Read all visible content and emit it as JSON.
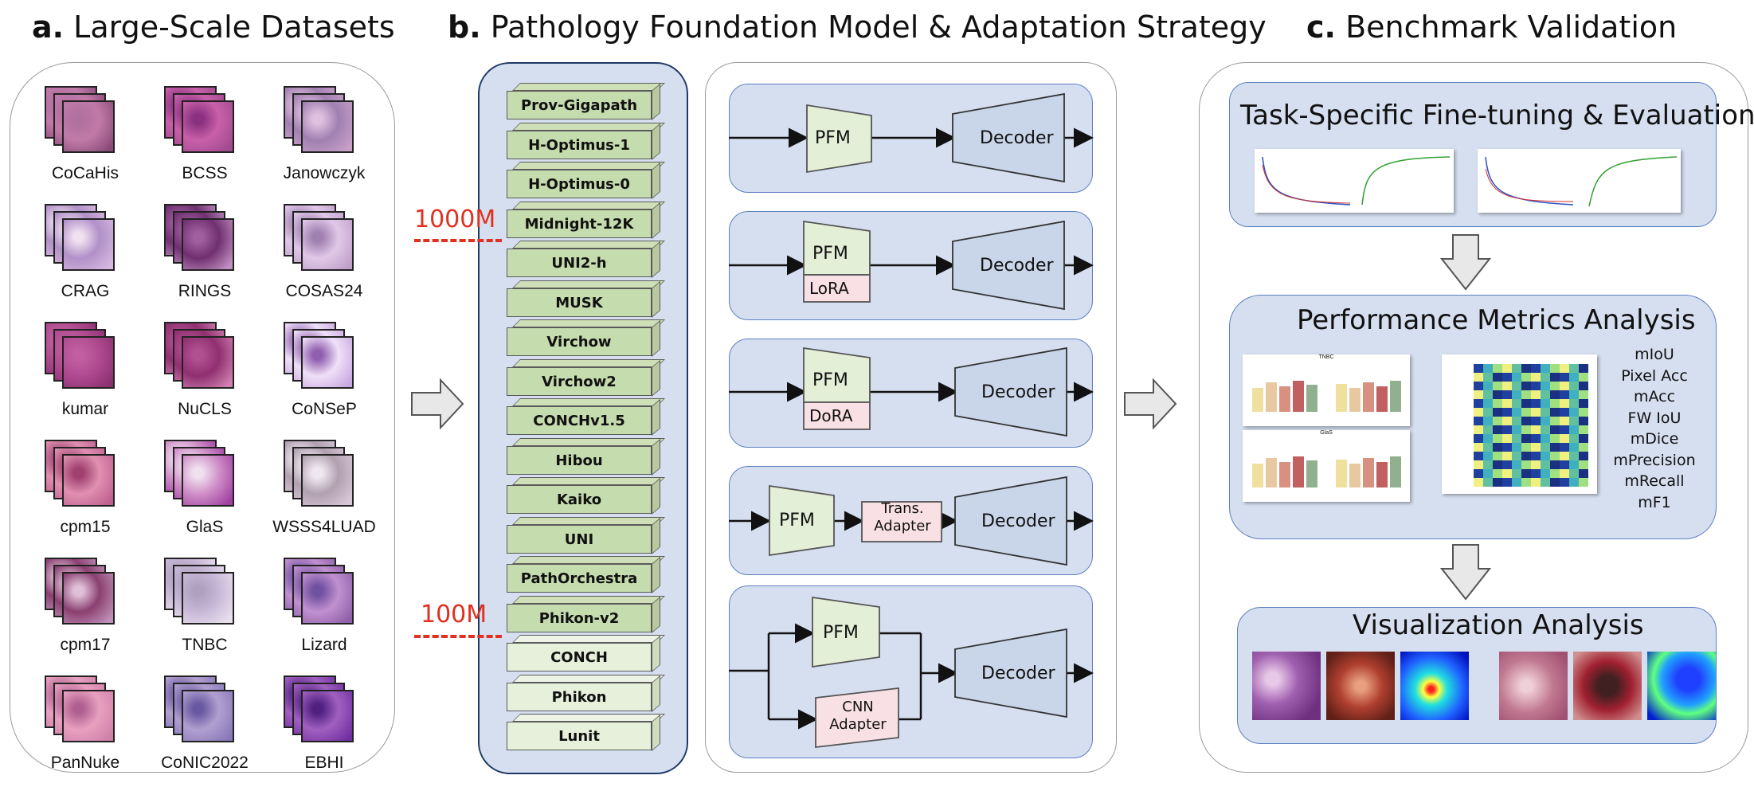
{
  "sections": {
    "a": {
      "letter": "a.",
      "title": "Large-Scale Datasets"
    },
    "b": {
      "letter": "b.",
      "title": "Pathology Foundation Model & Adaptation Strategy"
    },
    "c": {
      "letter": "c.",
      "title": "Benchmark Validation"
    }
  },
  "datasets": [
    "CoCaHis",
    "BCSS",
    "Janowczyk",
    "CRAG",
    "RINGS",
    "COSAS24",
    "kumar",
    "NuCLS",
    "CoNSeP",
    "cpm15",
    "GlaS",
    "WSSS4LUAD",
    "cpm17",
    "TNBC",
    "Lizard",
    "PanNuke",
    "CoNIC2022",
    "EBHI"
  ],
  "models": [
    "Prov-Gigapath",
    "H-Optimus-1",
    "H-Optimus-0",
    "Midnight-12K",
    "UNI2-h",
    "MUSK",
    "Virchow",
    "Virchow2",
    "CONCHv1.5",
    "Hibou",
    "Kaiko",
    "UNI",
    "PathOrchestra",
    "Phikon-v2",
    "CONCH",
    "Phikon",
    "Lunit"
  ],
  "scale_marks": {
    "large": "1000M",
    "small": "100M"
  },
  "strategies": {
    "pfm": "PFM",
    "decoder": "Decoder",
    "lora": "LoRA",
    "dora": "DoRA",
    "trans_adapter": [
      "Trans.",
      "Adapter"
    ],
    "cnn_adapter": [
      "CNN",
      "Adapter"
    ]
  },
  "benchmark": {
    "finetune_title": "Task-Specific Fine-tuning & Evaluation",
    "metrics_title": "Performance Metrics Analysis",
    "visual_title": "Visualization Analysis",
    "mini_chart_titles": [
      "TNBC",
      "GlaS"
    ],
    "metrics": [
      "mIoU",
      "Pixel Acc",
      "mAcc",
      "FW IoU",
      "mDice",
      "mPrecision",
      "mRecall",
      "mF1"
    ]
  },
  "colors": {
    "model_dark": "#c5dcae",
    "model_light": "#e6f0da",
    "panel_fill": "#d6dff0",
    "scale_red": "#e03020"
  }
}
